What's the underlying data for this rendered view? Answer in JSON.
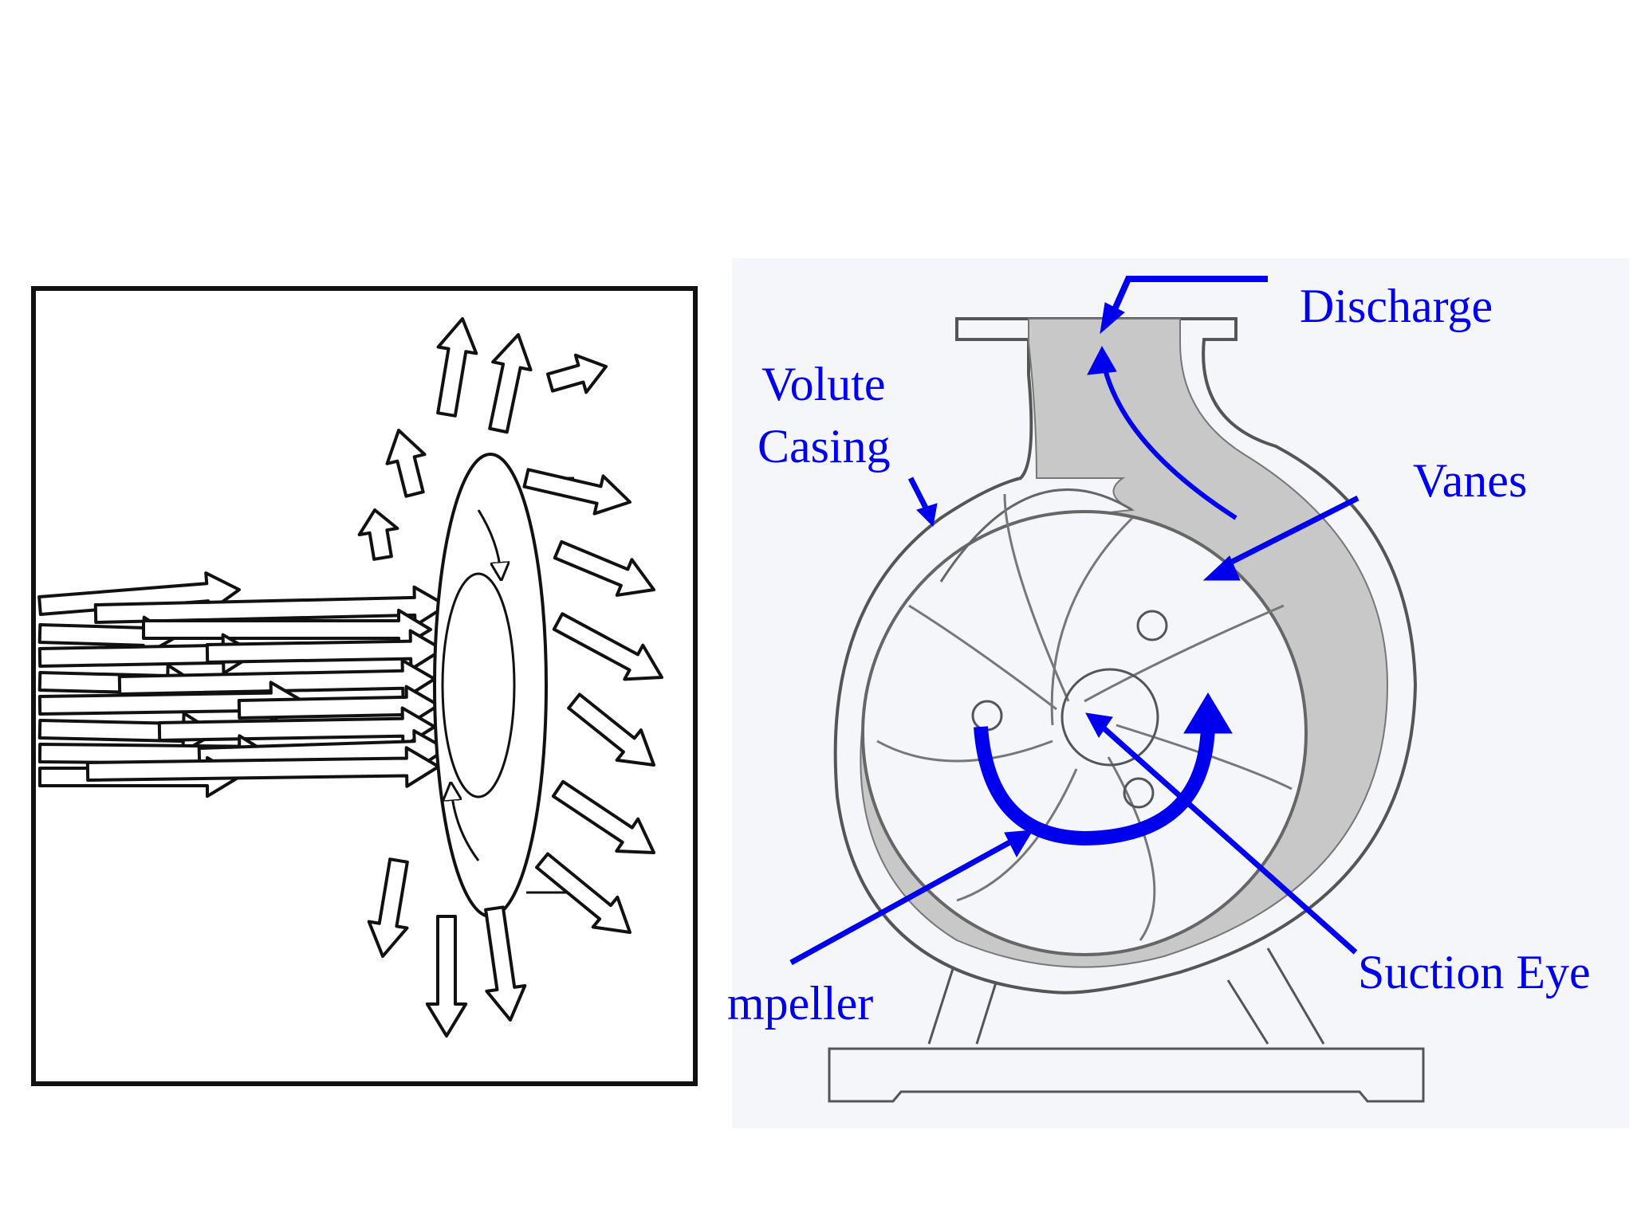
{
  "colors": {
    "label_blue": "#0000ee",
    "casing_gray": "#c8c8c8",
    "panel_background": "#f5f6f9",
    "line_dark": "#111111"
  },
  "left_panel": {
    "subject": "axial inflow turning to radial outflow through a rotating impeller"
  },
  "right_panel": {
    "labels": {
      "discharge": "Discharge",
      "volute": "Volute",
      "casing": "Casing",
      "vanes": "Vanes",
      "suction_eye": "Suction Eye",
      "impeller": "mpeller"
    }
  }
}
